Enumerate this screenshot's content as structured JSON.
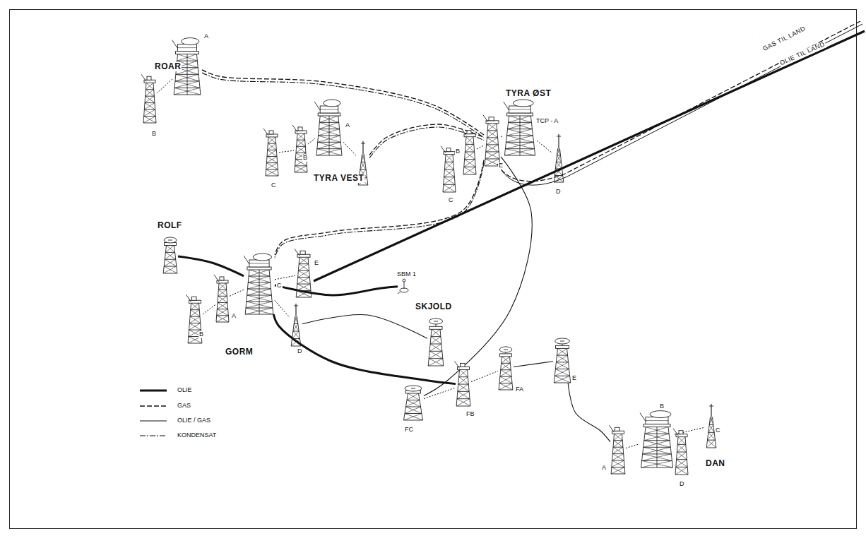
{
  "diagram": {
    "nodes": [
      {
        "text": [
          "A"
        ]
      },
      {
        "text": [
          "B"
        ]
      },
      {
        "text": [
          "C"
        ]
      },
      {
        "text": [
          "B"
        ]
      },
      {
        "text": [
          "A"
        ]
      },
      {
        "text": [
          "D"
        ]
      },
      {
        "text": [
          "C"
        ]
      },
      {
        "text": [
          "B"
        ]
      },
      {
        "text": [
          "E"
        ]
      },
      {
        "text": [
          "TCP - A"
        ]
      },
      {
        "text": [
          "D"
        ]
      },
      {
        "text": [
          "ROLF"
        ]
      },
      {
        "text": [
          "SBM 1"
        ]
      },
      {
        "text": [
          "B"
        ]
      },
      {
        "text": [
          "A"
        ]
      },
      {
        "text": [
          "C"
        ]
      },
      {
        "text": [
          "E"
        ]
      },
      {
        "text": [
          "D"
        ]
      },
      {
        "text": [
          "SKJOLD"
        ]
      },
      {
        "text": [
          "FC"
        ]
      },
      {
        "text": [
          "FB"
        ]
      },
      {
        "text": [
          "FA"
        ]
      },
      {
        "text": [
          "E"
        ]
      },
      {
        "text": [
          "A"
        ]
      },
      {
        "text": [
          "B"
        ]
      },
      {
        "text": [
          "D"
        ]
      },
      {
        "text": [
          "C"
        ]
      }
    ],
    "edges": [
      {
        "from": 0,
        "to": 1,
        "arrow": "none"
      },
      {
        "from": 0,
        "to": 8,
        "arrow": "none"
      },
      {
        "from": 2,
        "to": 3,
        "arrow": "none"
      },
      {
        "from": 3,
        "to": 4,
        "arrow": "none"
      },
      {
        "from": 4,
        "to": 5,
        "arrow": "none"
      },
      {
        "from": 5,
        "to": 8,
        "arrow": "none"
      },
      {
        "from": 7,
        "to": 8,
        "arrow": "none"
      },
      {
        "from": 8,
        "to": 9,
        "arrow": "none"
      },
      {
        "from": 9,
        "to": 10,
        "arrow": "none"
      },
      {
        "from": 8,
        "to": 15,
        "arrow": "none"
      },
      {
        "from": 8,
        "to": 19,
        "arrow": "none"
      },
      {
        "from": 11,
        "to": 15,
        "arrow": "none"
      },
      {
        "from": 15,
        "to": 12,
        "arrow": "none"
      },
      {
        "from": 17,
        "to": 18,
        "arrow": "none"
      },
      {
        "from": 15,
        "to": 20,
        "arrow": "none"
      },
      {
        "from": 13,
        "to": 14,
        "arrow": "none"
      },
      {
        "from": 14,
        "to": 15,
        "arrow": "none"
      },
      {
        "from": 15,
        "to": 16,
        "arrow": "none"
      },
      {
        "from": 15,
        "to": 17,
        "arrow": "none"
      },
      {
        "from": 19,
        "to": 20,
        "arrow": "none"
      },
      {
        "from": 20,
        "to": 21,
        "arrow": "none"
      },
      {
        "from": 21,
        "to": 22,
        "arrow": "none"
      },
      {
        "from": 22,
        "to": 23,
        "arrow": "none"
      },
      {
        "from": 23,
        "to": 24,
        "arrow": "none"
      },
      {
        "from": 24,
        "to": 25,
        "arrow": "none"
      },
      {
        "from": 24,
        "to": 26,
        "arrow": "none"
      }
    ],
    "labels": [
      "ROAR",
      "TYRA ØST",
      "TYRA VEST",
      "GORM",
      "DAN",
      "GAS TIL LAND",
      "OLIE TIL LAND"
    ],
    "legend": [
      {
        "text": "OLIE"
      },
      {
        "text": "GAS"
      },
      {
        "text": "OLIE / GAS"
      },
      {
        "text": "KONDENSAT"
      }
    ]
  }
}
